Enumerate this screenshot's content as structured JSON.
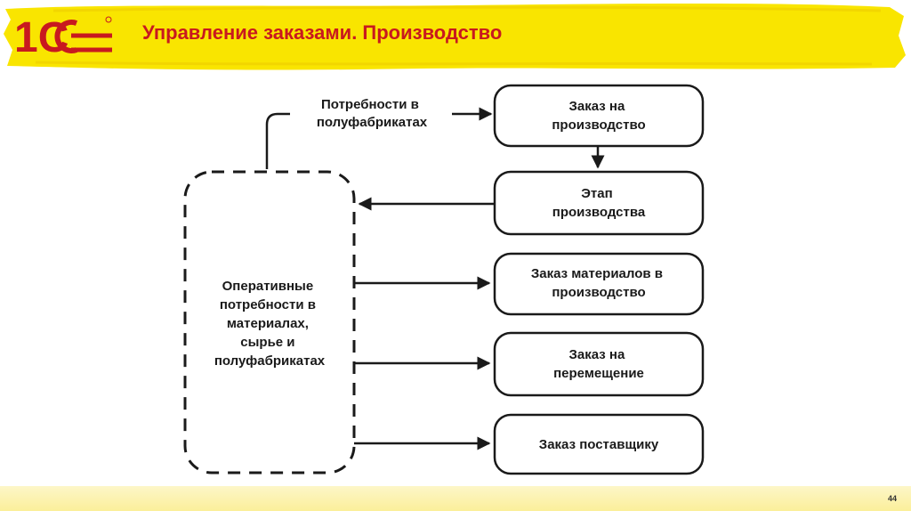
{
  "header": {
    "title": "Управление заказами. Производство",
    "logo_text": "1С",
    "title_color": "#c8191f",
    "band_color": "#f9e500"
  },
  "diagram": {
    "source": {
      "lines": [
        "Оперативные",
        "потребности в",
        "материалах,",
        "сырье и",
        "полуфабрикатах"
      ]
    },
    "top_label": {
      "lines": [
        "Потребности в",
        "полуфабрикатах"
      ]
    },
    "nodes": [
      {
        "id": "production_order",
        "lines": [
          "Заказ на",
          "производство"
        ]
      },
      {
        "id": "production_stage",
        "lines": [
          "Этап",
          "производства"
        ]
      },
      {
        "id": "materials_order",
        "lines": [
          "Заказ материалов в",
          "производство"
        ]
      },
      {
        "id": "transfer_order",
        "lines": [
          "Заказ на",
          "перемещение"
        ]
      },
      {
        "id": "supplier_order",
        "lines": [
          "Заказ поставщику"
        ]
      }
    ]
  },
  "footer": {
    "page_number": "44"
  }
}
